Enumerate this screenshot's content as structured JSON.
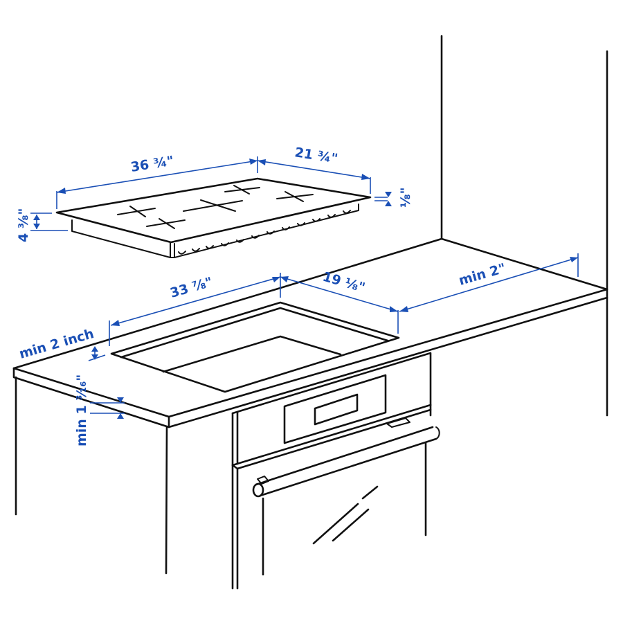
{
  "diagram": {
    "type": "installation-dimensions",
    "subject": "built-in cooktop over wall oven in countertop",
    "line_color": "#111111",
    "dimension_color": "#1a4fb5",
    "background": "#ffffff"
  },
  "cooktop": {
    "width_label": "36 ¾\"",
    "depth_label": "21 ¾\"",
    "height_label": "4 ⅜\"",
    "glass_thickness_label": "⅛\"",
    "burners": 5
  },
  "cutout": {
    "width_label": "33 ⅞\"",
    "depth_label": "19 ⅛\""
  },
  "clearances": {
    "rear_wall_label": "min 2\"",
    "front_edge_label": "min 2 inch",
    "countertop_thickness_label": "min 1 ³⁄₁₆\""
  },
  "oven": {
    "display_panel": true,
    "handle": true,
    "window_glare": true
  }
}
